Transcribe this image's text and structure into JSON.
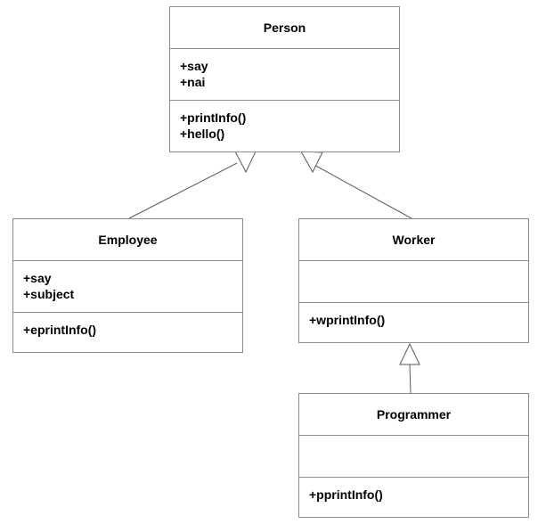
{
  "diagram": {
    "classes": {
      "person": {
        "name": "Person",
        "attributes": [
          "+say",
          "+nai"
        ],
        "operations": [
          "+printInfo()",
          "+hello()"
        ]
      },
      "employee": {
        "name": "Employee",
        "attributes": [
          "+say",
          "+subject"
        ],
        "operations": [
          "+eprintInfo()"
        ]
      },
      "worker": {
        "name": "Worker",
        "attributes": [],
        "operations": [
          "+wprintInfo()"
        ]
      },
      "programmer": {
        "name": "Programmer",
        "attributes": [],
        "operations": [
          "+pprintInfo()"
        ]
      }
    },
    "relationships": [
      {
        "type": "generalization",
        "from": "Employee",
        "to": "Person"
      },
      {
        "type": "generalization",
        "from": "Worker",
        "to": "Person"
      },
      {
        "type": "generalization",
        "from": "Programmer",
        "to": "Worker"
      }
    ],
    "colors": {
      "line": "#595959",
      "border": "#8c8c8c",
      "background": "#ffffff",
      "text": "#000000"
    }
  }
}
